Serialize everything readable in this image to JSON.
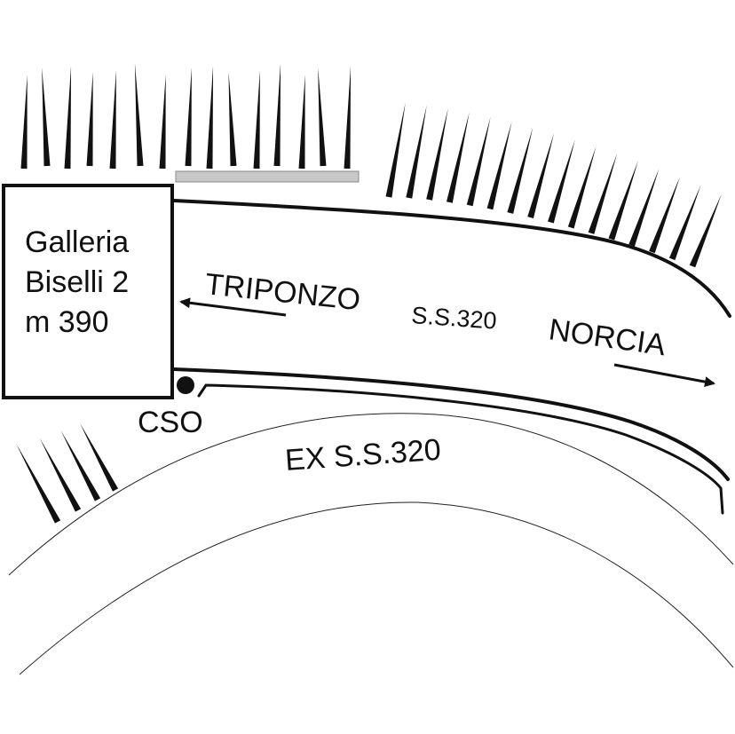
{
  "tunnel": {
    "label_lines": [
      "Galleria",
      "Biselli 2",
      "m 390"
    ]
  },
  "road": {
    "name": "S.S.320",
    "directions": {
      "west": "TRIPONZO",
      "east": "NORCIA"
    }
  },
  "old_road": {
    "name": "EX S.S.320"
  },
  "point": {
    "label": "CSO"
  },
  "colors": {
    "ink": "#111111",
    "guardrail": "#c8c8c8",
    "background": "#ffffff"
  }
}
